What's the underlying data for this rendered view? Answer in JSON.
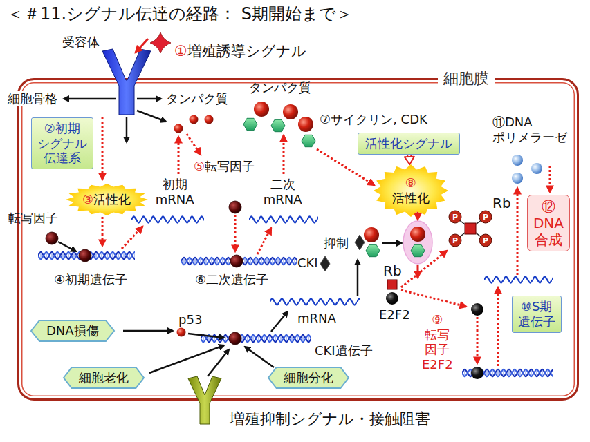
{
  "diagram": {
    "title": "＜＃11.シグナル伝達の経路： S期開始まで＞",
    "nodes": [
      {
        "text": [
          "細胞膜"
        ]
      },
      {
        "text": [
          "②初期 シグナル 伝達系"
        ],
        "in": 0
      },
      {
        "text": [
          "活性化シグナル"
        ],
        "in": 0
      },
      {
        "text": [
          "③活性化"
        ],
        "in": 0
      },
      {
        "text": [
          "⑧ 活性化"
        ],
        "in": 0
      },
      {
        "text": [
          "⑫ DNA 合成"
        ],
        "in": 0
      },
      {
        "text": [
          "⑩S期 遺伝子"
        ],
        "in": 0
      },
      {
        "text": [
          "DNA損傷"
        ],
        "in": 0
      },
      {
        "text": [
          "細胞老化"
        ],
        "in": 0
      },
      {
        "text": [
          "細胞分化"
        ],
        "in": 0
      }
    ],
    "edges": [
      {
        "from": 2,
        "to": 4,
        "arrow": "to"
      }
    ],
    "labels": [
      "受容体",
      "①増殖誘導シグナル",
      "細胞骨格",
      "タンパク質",
      "タンパク質",
      "⑦サイクリン, CDK",
      "⑪DNA ポリメラーゼ",
      "⑤転写因子",
      "初期 mRNA",
      "二次 mRNA",
      "Rb",
      "P",
      "P",
      "P",
      "P",
      "転写因子",
      "抑制",
      "CKI",
      "Rb",
      "④初期遺伝子",
      "⑥二次遺伝子",
      "E2F2",
      "⑨ 転写 因子 E2F2",
      "p53",
      "mRNA",
      "CKI遺伝子",
      "増殖抑制シグナル・接触阻害"
    ]
  }
}
